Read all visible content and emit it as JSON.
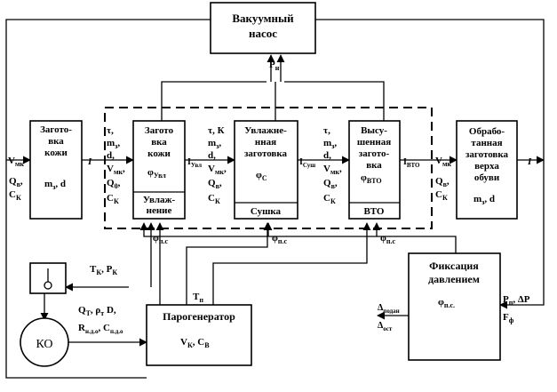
{
  "vacuum_pump": {
    "line1": "Вакуумный",
    "line2": "насос"
  },
  "p_n": {
    "base": "P",
    "sub": "н"
  },
  "input": {
    "v_mk": "V",
    "v_mk_sub": "мк",
    "q_v": "Q",
    "q_v_sub": "в",
    "c_k": "C",
    "c_k_sub": "К"
  },
  "leather": {
    "line1": "Загото-",
    "line2": "вка",
    "line3": "кожи",
    "params": "m",
    "params_sub": "з",
    "params_tail": ", d"
  },
  "flow_i": "I",
  "params1": {
    "tau": "τ,",
    "m": "m",
    "m_sub": "з",
    "comma": ",",
    "d": "d,",
    "v": "V",
    "v_sub": "мк",
    "q": "Q",
    "q_sub": "0",
    "c": "C",
    "c_sub": "К"
  },
  "wet_leather": {
    "line1": "Загото",
    "line2": "вка",
    "line3": "кожи",
    "phi": "φ",
    "phi_sub": "Увл",
    "section": "Увлаж-",
    "section2": "нение"
  },
  "i_uvl": {
    "base": "I",
    "sub": "Увл"
  },
  "params2": {
    "tau": "τ, К",
    "m": "m",
    "m_sub": "з",
    "comma": ",",
    "d": "d,",
    "v": "V",
    "v_sub": "мк",
    "q": "Q",
    "q_sub": "в",
    "c": "C",
    "c_sub": "К"
  },
  "moist": {
    "line1": "Увлажне-",
    "line2": "нная",
    "line3": "заготовка",
    "phi": "φ",
    "phi_sub": "С",
    "section": "Сушка"
  },
  "i_sus": {
    "base": "I",
    "sub": "Суш"
  },
  "params3": {
    "tau": "τ,",
    "m": "m",
    "m_sub": "з",
    "comma": ",",
    "d": "d,",
    "v": "V",
    "v_sub": "мк",
    "q": "Q",
    "q_sub": "в",
    "c": "C",
    "c_sub": "К"
  },
  "dried": {
    "line1": "Высу-",
    "line2": "шенная",
    "line3": "загото-",
    "line4": "вка",
    "phi": "φ",
    "phi_sub": "ВТО",
    "section": "ВТО"
  },
  "i_vto": {
    "base": "I",
    "sub": "ВТО"
  },
  "params4": {
    "v": "V",
    "v_sub": "мк",
    "q": "Q",
    "q_sub": "в",
    "c": "C",
    "c_sub": "К"
  },
  "upper": {
    "line1": "Обрабо-",
    "line2": "танная",
    "line3": "заготовка",
    "line4": "верха",
    "line5": "обуви",
    "params": "m",
    "params_sub": "з",
    "params_tail": ", d"
  },
  "flow_out": "I",
  "phi_ps": {
    "base": "φ",
    "sub": "п.с"
  },
  "fixation": {
    "line1": "Фиксация",
    "line2": "давлением",
    "phi": "φ",
    "phi_sub": "п.с."
  },
  "fix_in": {
    "p": "P",
    "p_sub": "п",
    "tail": ", ΔP",
    "f": "F",
    "f_sub": "ф"
  },
  "fix_out": {
    "d1": "Δ",
    "d1_sub": "подан",
    "d2": "Δ",
    "d2_sub": "ост"
  },
  "t_n": {
    "base": "T",
    "sub": "п"
  },
  "steam": {
    "title": "Парогенератор",
    "v": "V",
    "v_sub": "К",
    "tail": ", C",
    "c_sub": "В"
  },
  "steam_in": {
    "t": "T",
    "t_sub": "К",
    "mid": ", P",
    "p_sub": "К"
  },
  "steam_params": {
    "line1": "Q",
    "q_sub": "Т",
    "l1_mid": ", ρ",
    "rho_sub": "т",
    "l1_tail": " D,",
    "r": "R",
    "r_sub": "н.д.о",
    "c": ", C",
    "c_sub": "п.д.о"
  },
  "ko": "КО"
}
